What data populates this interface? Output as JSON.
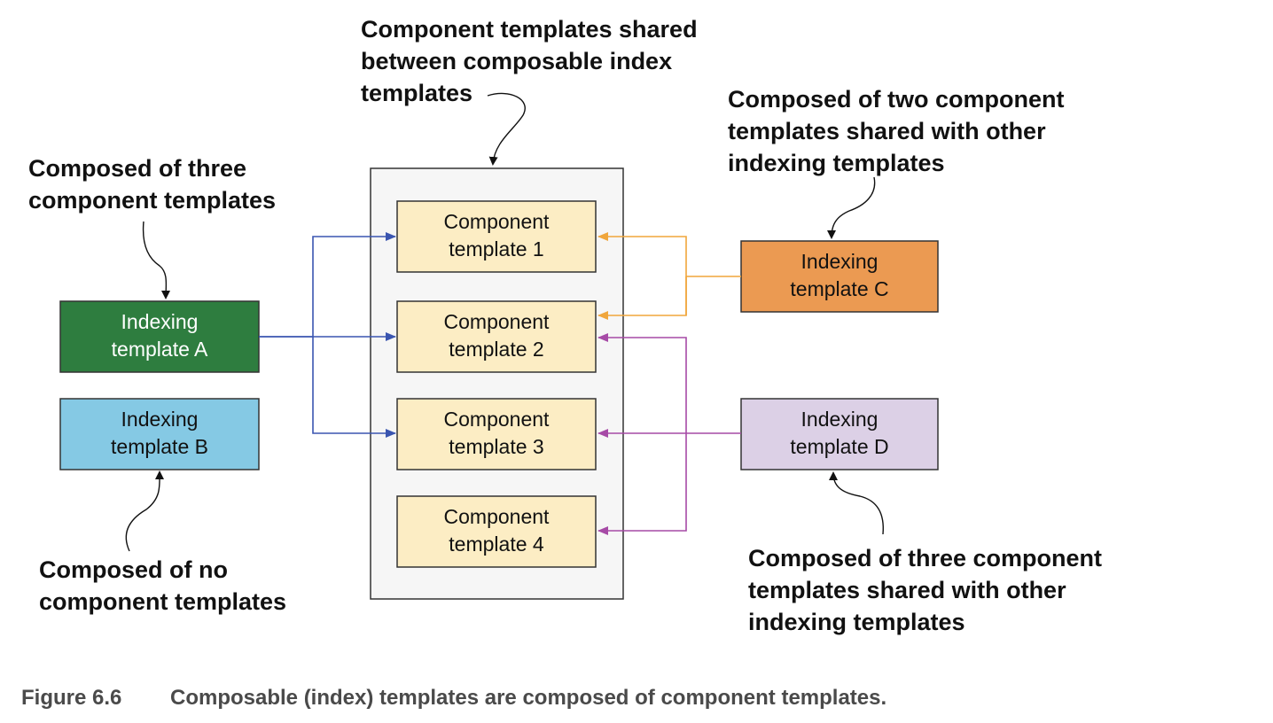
{
  "colors": {
    "template_a": "#2e7d3f",
    "template_b": "#85c9e4",
    "template_c": "#eb9a52",
    "template_d": "#dcd0e6",
    "component": "#fcedc4",
    "container": "#f6f6f6",
    "arrow_blue": "#3a55b0",
    "arrow_orange": "#f0a63c",
    "arrow_purple": "#a64aa6"
  },
  "indexing_templates": {
    "a": {
      "line1": "Indexing",
      "line2": "template A"
    },
    "b": {
      "line1": "Indexing",
      "line2": "template B"
    },
    "c": {
      "line1": "Indexing",
      "line2": "template C"
    },
    "d": {
      "line1": "Indexing",
      "line2": "template D"
    }
  },
  "component_templates": [
    {
      "line1": "Component",
      "line2": "template 1"
    },
    {
      "line1": "Component",
      "line2": "template 2"
    },
    {
      "line1": "Component",
      "line2": "template 3"
    },
    {
      "line1": "Component",
      "line2": "template 4"
    }
  ],
  "annotations": {
    "shared": [
      "Component templates shared",
      "between composable index",
      "templates"
    ],
    "a_note": [
      "Composed of three",
      "component templates"
    ],
    "b_note": [
      "Composed of no",
      "component templates"
    ],
    "c_note": [
      "Composed of two component",
      "templates shared with other",
      "indexing templates"
    ],
    "d_note": [
      "Composed of three component",
      "templates shared with other",
      "indexing templates"
    ]
  },
  "caption": {
    "number": "Figure 6.6",
    "text": "Composable (index) templates are composed of component templates."
  }
}
